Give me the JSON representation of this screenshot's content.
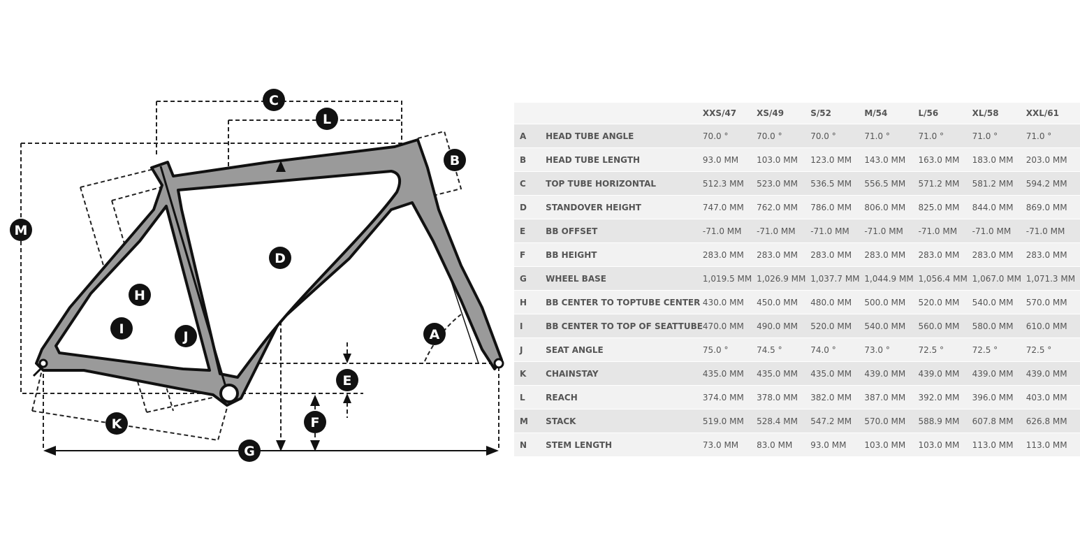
{
  "diagram": {
    "labels": [
      "A",
      "B",
      "C",
      "D",
      "E",
      "F",
      "G",
      "H",
      "I",
      "J",
      "K",
      "L",
      "M"
    ]
  },
  "table": {
    "sizes": [
      "XXS/47",
      "XS/49",
      "S/52",
      "M/54",
      "L/56",
      "XL/58",
      "XXL/61"
    ],
    "rows": [
      {
        "key": "A",
        "name": "HEAD TUBE ANGLE",
        "values": [
          "70.0 °",
          "70.0 °",
          "70.0 °",
          "71.0 °",
          "71.0 °",
          "71.0 °",
          "71.0 °"
        ]
      },
      {
        "key": "B",
        "name": "HEAD TUBE LENGTH",
        "values": [
          "93.0 MM",
          "103.0 MM",
          "123.0 MM",
          "143.0 MM",
          "163.0 MM",
          "183.0 MM",
          "203.0 MM"
        ]
      },
      {
        "key": "C",
        "name": "TOP TUBE HORIZONTAL",
        "values": [
          "512.3 MM",
          "523.0 MM",
          "536.5 MM",
          "556.5 MM",
          "571.2 MM",
          "581.2 MM",
          "594.2 MM"
        ]
      },
      {
        "key": "D",
        "name": "STANDOVER HEIGHT",
        "values": [
          "747.0 MM",
          "762.0 MM",
          "786.0 MM",
          "806.0 MM",
          "825.0 MM",
          "844.0 MM",
          "869.0 MM"
        ]
      },
      {
        "key": "E",
        "name": "BB OFFSET",
        "values": [
          "-71.0 MM",
          "-71.0 MM",
          "-71.0 MM",
          "-71.0 MM",
          "-71.0 MM",
          "-71.0 MM",
          "-71.0 MM"
        ]
      },
      {
        "key": "F",
        "name": "BB HEIGHT",
        "values": [
          "283.0 MM",
          "283.0 MM",
          "283.0 MM",
          "283.0 MM",
          "283.0 MM",
          "283.0 MM",
          "283.0 MM"
        ]
      },
      {
        "key": "G",
        "name": "WHEEL BASE",
        "values": [
          "1,019.5 MM",
          "1,026.9 MM",
          "1,037.7 MM",
          "1,044.9 MM",
          "1,056.4 MM",
          "1,067.0 MM",
          "1,071.3 MM"
        ]
      },
      {
        "key": "H",
        "name": "BB CENTER TO TOPTUBE CENTER",
        "values": [
          "430.0 MM",
          "450.0 MM",
          "480.0 MM",
          "500.0 MM",
          "520.0 MM",
          "540.0 MM",
          "570.0 MM"
        ]
      },
      {
        "key": "I",
        "name": "BB CENTER TO TOP OF SEATTUBE",
        "values": [
          "470.0 MM",
          "490.0 MM",
          "520.0 MM",
          "540.0 MM",
          "560.0 MM",
          "580.0 MM",
          "610.0 MM"
        ]
      },
      {
        "key": "J",
        "name": "SEAT ANGLE",
        "values": [
          "75.0 °",
          "74.5 °",
          "74.0 °",
          "73.0 °",
          "72.5 °",
          "72.5 °",
          "72.5 °"
        ]
      },
      {
        "key": "K",
        "name": "CHAINSTAY",
        "values": [
          "435.0 MM",
          "435.0 MM",
          "435.0 MM",
          "439.0 MM",
          "439.0 MM",
          "439.0 MM",
          "439.0 MM"
        ]
      },
      {
        "key": "L",
        "name": "REACH",
        "values": [
          "374.0 MM",
          "378.0 MM",
          "382.0 MM",
          "387.0 MM",
          "392.0 MM",
          "396.0 MM",
          "403.0 MM"
        ]
      },
      {
        "key": "M",
        "name": "STACK",
        "values": [
          "519.0 MM",
          "528.4 MM",
          "547.2 MM",
          "570.0 MM",
          "588.9 MM",
          "607.8 MM",
          "626.8 MM"
        ]
      },
      {
        "key": "N",
        "name": "STEM LENGTH",
        "values": [
          "73.0 MM",
          "83.0 MM",
          "93.0 MM",
          "103.0 MM",
          "103.0 MM",
          "113.0 MM",
          "113.0 MM"
        ]
      }
    ]
  }
}
